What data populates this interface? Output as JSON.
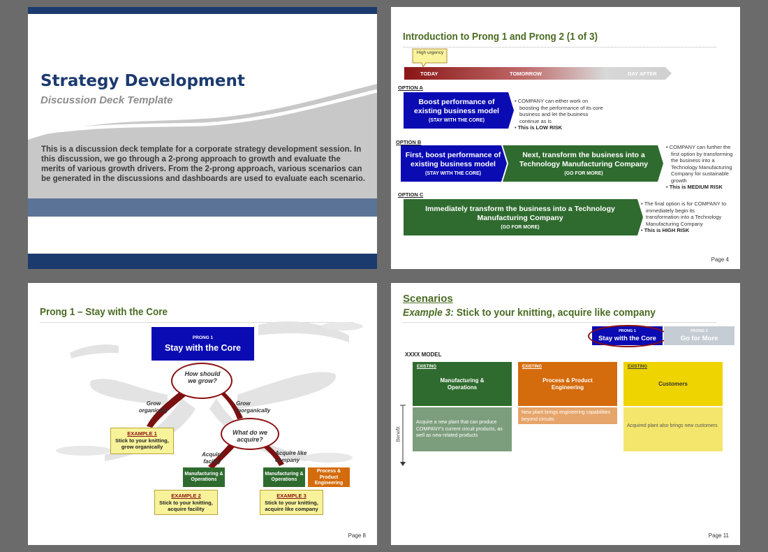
{
  "slide1": {
    "title": "Strategy Development",
    "subtitle": "Discussion Deck Template",
    "body": "This is a discussion deck template for a corporate strategy development session. In this discussion, we go through a 2-prong approach to growth and evaluate the merits of various growth drivers. From the 2-prong approach, various scenarios can be generated in the discussions and dashboards are used to evaluate each scenario."
  },
  "slide2": {
    "title": "Introduction to Prong 1 and Prong 2 (1 of 3)",
    "callout": "High urgency",
    "timeline": [
      "TODAY",
      "TOMORROW",
      "DAY AFTER"
    ],
    "optA": {
      "label": "OPTION A",
      "box_title": "Boost performance of existing business model",
      "box_sub": "(STAY WITH THE CORE)",
      "bullet1": "COMPANY can either work on boosting the performance of its core business and let the business continue as is",
      "bullet2": "This is LOW RISK"
    },
    "optB": {
      "label": "OPTION B",
      "box1_title": "First, boost performance of existing business model",
      "box1_sub": "(STAY WITH THE CORE)",
      "box2_title": "Next, transform the business into a Technology Manufacturing Company",
      "box2_sub": "(GO FOR MORE)",
      "bullet1": "COMPANY can further the first option by transforming the business into a Technology Manufacturing Company for sustainable growth",
      "bullet2": "This is MEDIUM RISK"
    },
    "optC": {
      "label": "OPTION C",
      "box_title": "Immediately transform the business into a Technology Manufacturing Company",
      "box_sub": "(GO FOR MORE)",
      "bullet1": "The final option is for COMPANY to immediately begin its transformation into a Technology Manufacturing Company",
      "bullet2": "This is HIGH RISK"
    },
    "page": "Page 4"
  },
  "slide3": {
    "title": "Prong 1 – Stay with the Core",
    "prong_label": "PRONG 1",
    "prong_title": "Stay with the Core",
    "q1": "How should we grow?",
    "q2": "What do we acquire?",
    "grow_org": "Grow organically",
    "grow_inorg": "Grow inorganically",
    "acq_fac": "Acquire facility",
    "acq_like": "Acquire like company",
    "mfg1": "Manufacturing & Operations",
    "mfg2": "Manufacturing & Operations",
    "proc": "Process & Product Engineering",
    "ex1_t": "EXAMPLE 1",
    "ex1_b": "Stick to your knitting, grow organically",
    "ex2_t": "EXAMPLE 2",
    "ex2_b": "Stick to your knitting, acquire facility",
    "ex3_t": "EXAMPLE 3",
    "ex3_b": "Stick to your knitting, acquire like company",
    "page": "Page 8"
  },
  "slide4": {
    "title": "Scenarios",
    "ex_prefix": "Example 3:",
    "ex_text": " Stick to your knitting, acquire like company",
    "prong1_label": "PRONG 1",
    "prong1_title": "Stay with the Core",
    "prong2_label": "PRONG 2",
    "prong2_title": "Go for More",
    "model": "XXXX MODEL",
    "benefit": "Benefit",
    "cols": [
      {
        "tag": "EXISTING",
        "title": "Manufacturing & Operations",
        "note": "Acquire a new plant that can produce COMPANY's current circuit products, as well as new related products"
      },
      {
        "tag": "EXISTING",
        "title": "Process & Product Engineering",
        "note": "New plant brings engineering capabilities beyond circuits"
      },
      {
        "tag": "EXISTING",
        "title": "Customers",
        "note": "Acquired plant also brings new customers"
      }
    ],
    "page": "Page 11"
  }
}
